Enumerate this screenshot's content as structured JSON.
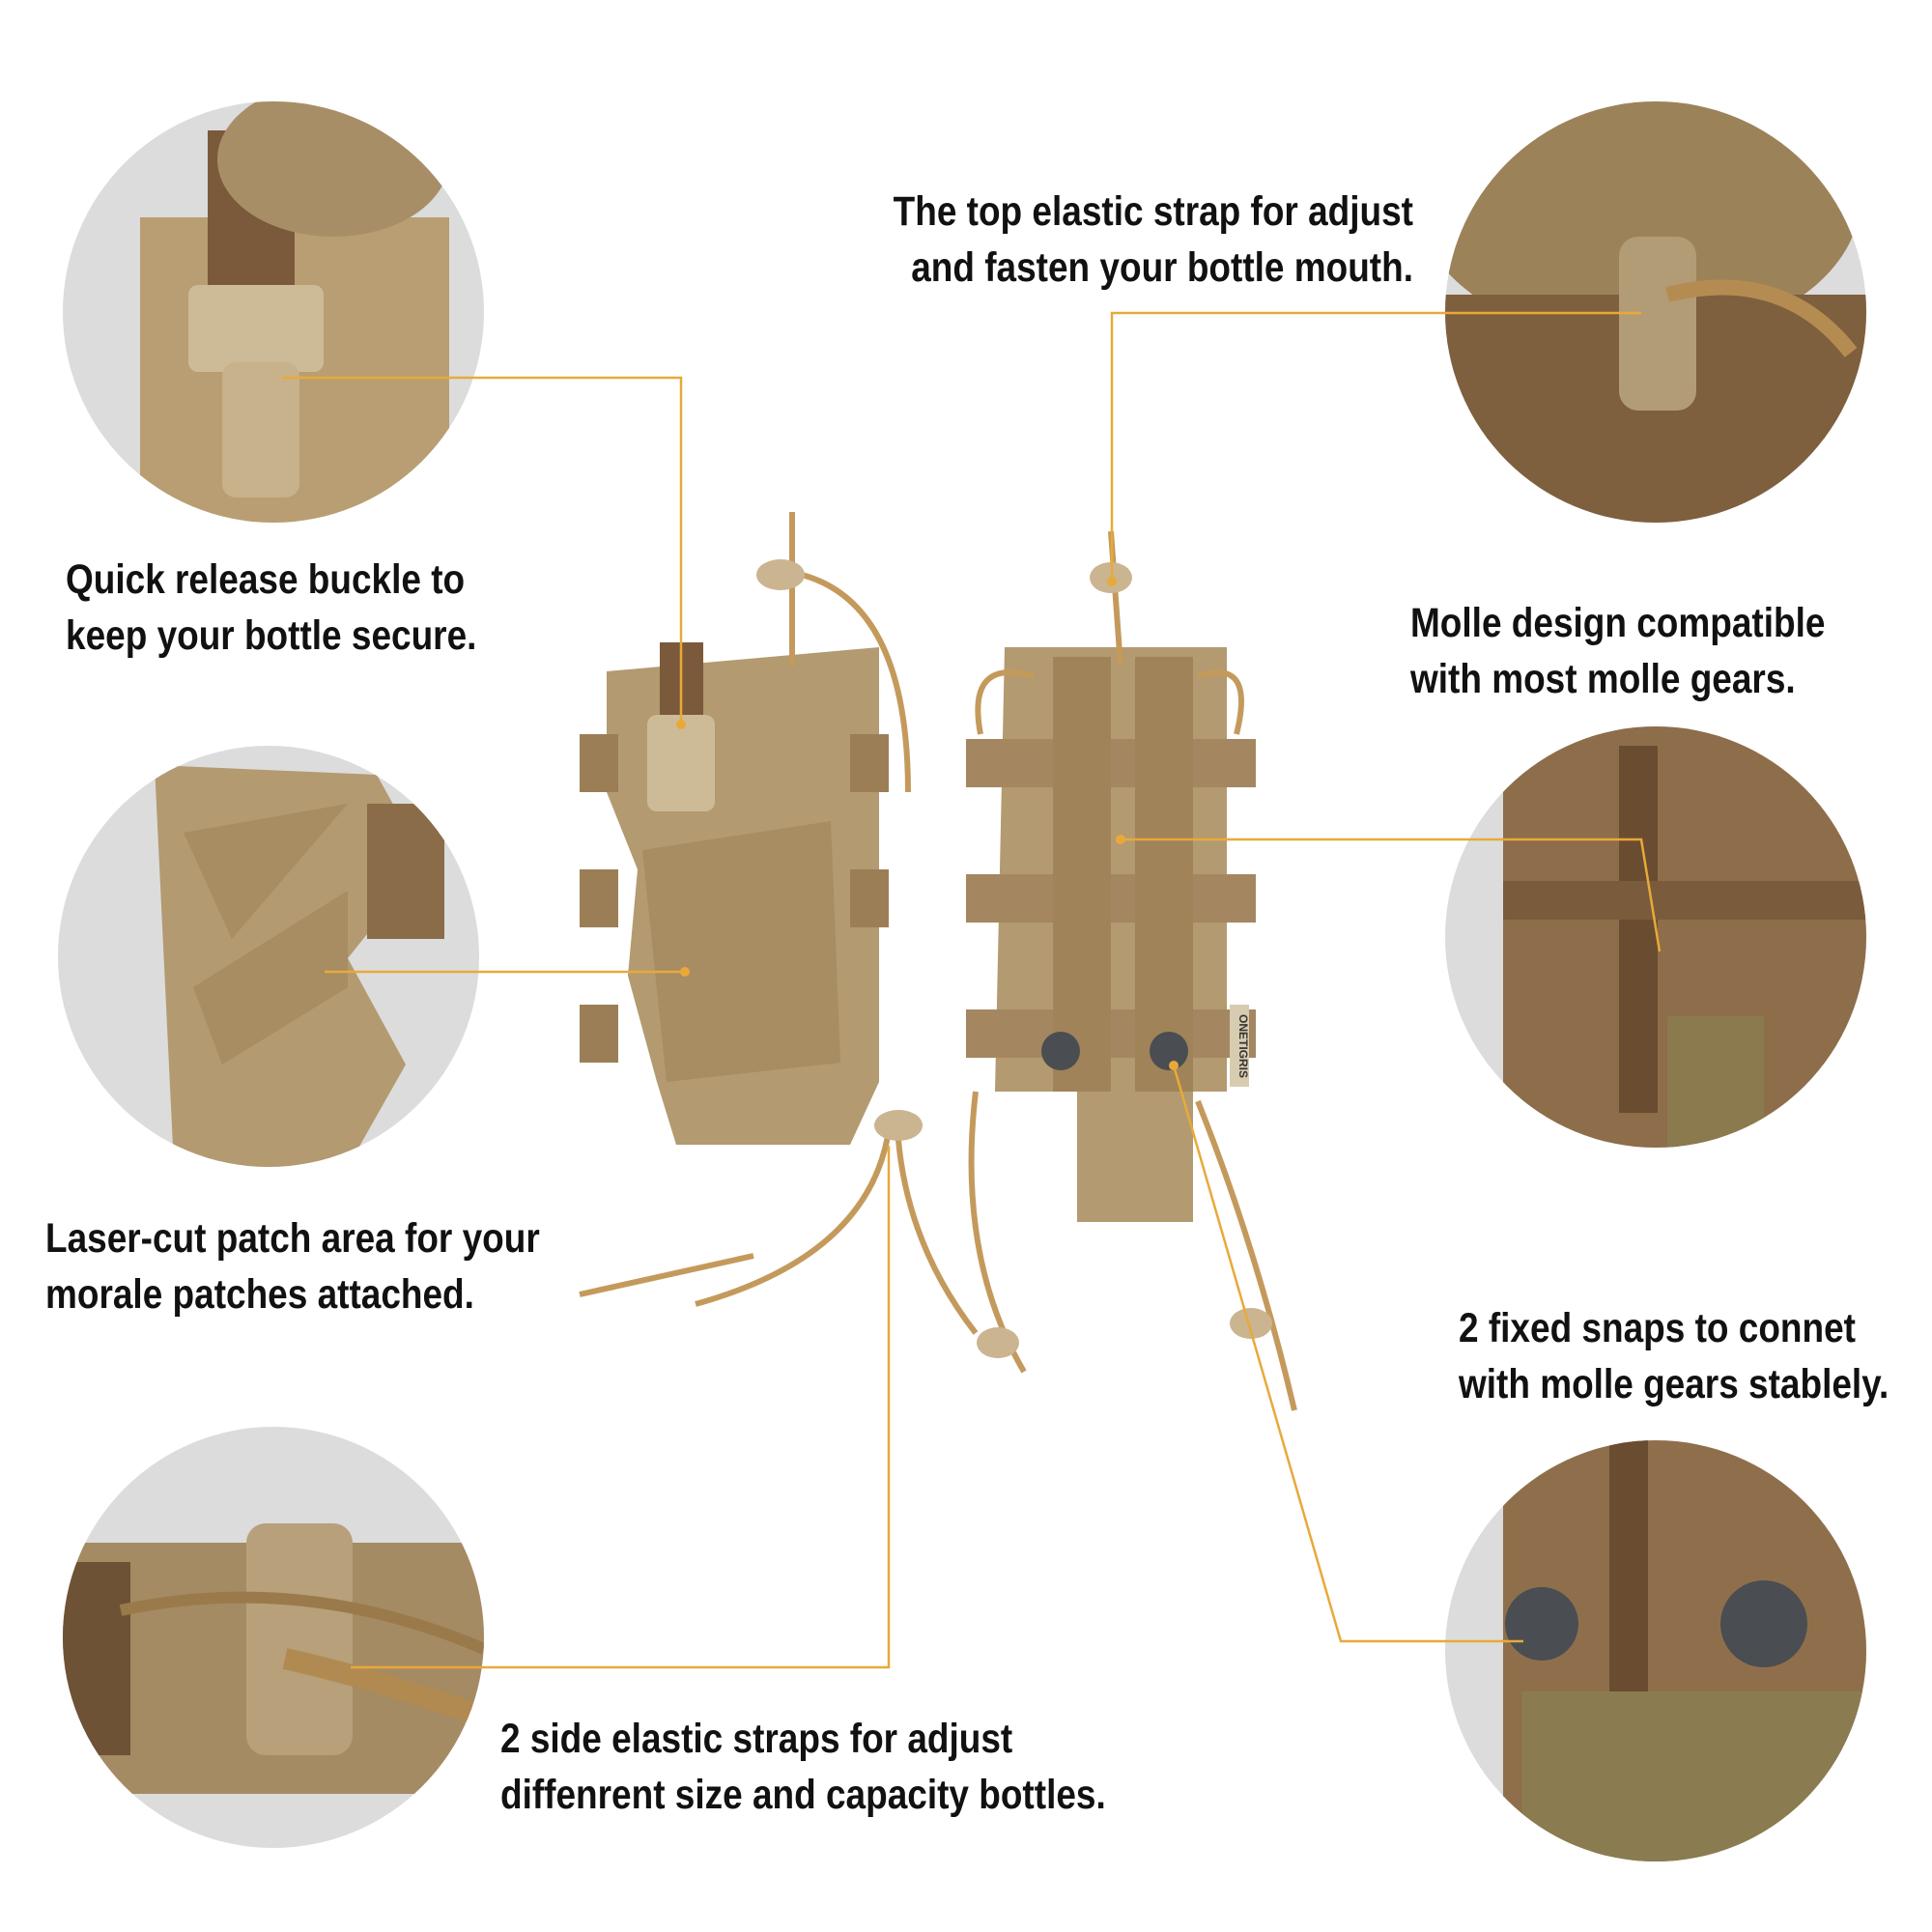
{
  "captions": {
    "top_strap": [
      "The top elastic strap for adjust",
      "and fasten your bottle mouth."
    ],
    "buckle": [
      "Quick release buckle to",
      "keep your bottle secure."
    ],
    "molle": [
      "Molle design compatible",
      "with most molle gears."
    ],
    "patch": [
      "Laser-cut patch area for your",
      "morale patches attached."
    ],
    "snaps": [
      "2 fixed snaps to connet",
      "with molle gears stablely."
    ],
    "side_straps": [
      "2 side elastic straps for adjust",
      "diffenrent size and capacity bottles."
    ]
  },
  "brand_label": "ONETIGRIS",
  "colors": {
    "accent": "#e8a93a",
    "fabric": "#b49a6e",
    "fabric_dark": "#8a6e48",
    "circle_bg": "#dcdcdc"
  }
}
